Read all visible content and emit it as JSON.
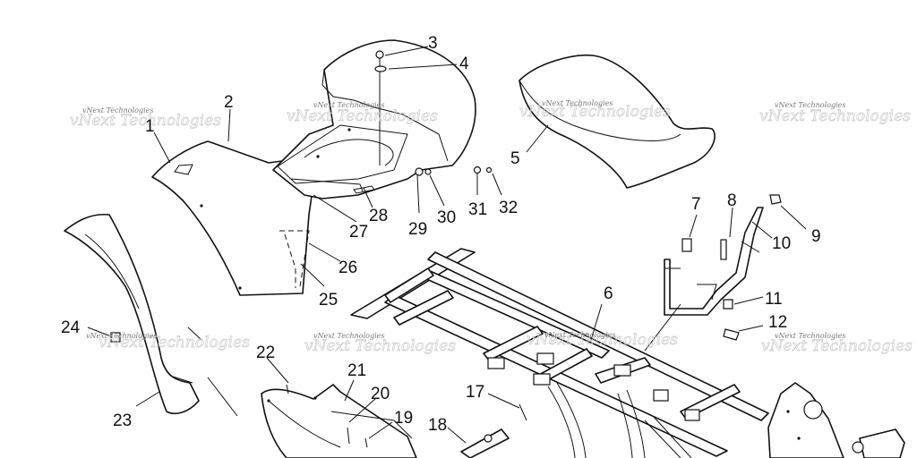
{
  "watermark_text": "vNext Technologies",
  "callouts": [
    "1",
    "2",
    "3",
    "4",
    "5",
    "6",
    "7",
    "8",
    "9",
    "10",
    "11",
    "12",
    "17",
    "18",
    "19",
    "20",
    "21",
    "22",
    "23",
    "24",
    "25",
    "26",
    "27",
    "28",
    "29",
    "30",
    "31",
    "32"
  ]
}
